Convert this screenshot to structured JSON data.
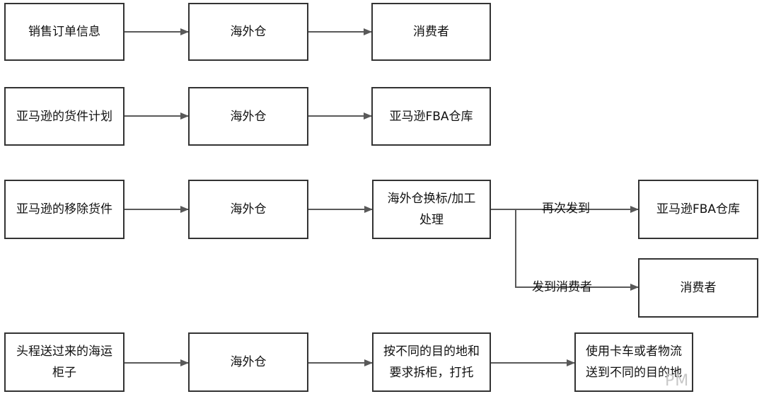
{
  "row1": {
    "source": "销售订单信息",
    "warehouse": "海外仓",
    "target": "消费者"
  },
  "row2": {
    "source": "亚马逊的货件计划",
    "warehouse": "海外仓",
    "target": "亚马逊FBA仓库"
  },
  "row3": {
    "source": "亚马逊的移除货件",
    "warehouse": "海外仓",
    "process": "海外仓换标/加工\n处理",
    "branch_resend_label": "再次发到",
    "branch_resend_target": "亚马逊FBA仓库",
    "branch_consumer_label": "发到消费者",
    "branch_consumer_target": "消费者"
  },
  "row4": {
    "source": "头程送过来的海运\n柜子",
    "warehouse": "海外仓",
    "process": "按不同的目的地和\n要求拆柜，打托",
    "delivery": "使用卡车或者物流\n送到不同的目的地"
  },
  "watermark": "PM",
  "colors": {
    "line": "#595959",
    "border": "#333333",
    "text": "#111111"
  }
}
